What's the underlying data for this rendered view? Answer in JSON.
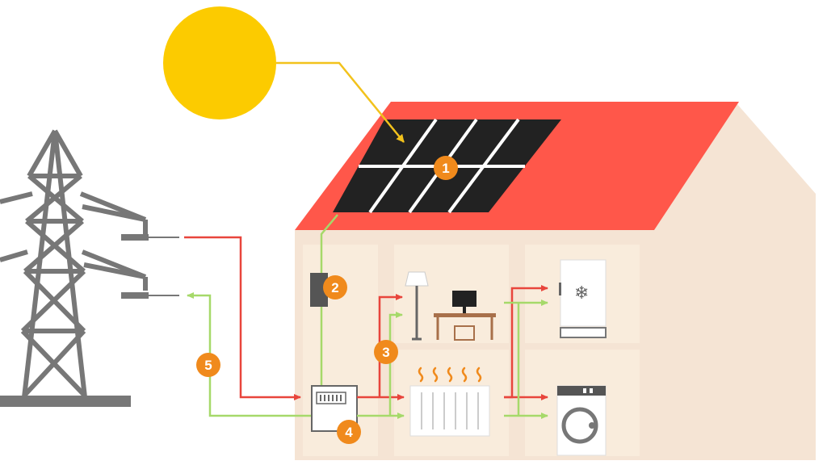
{
  "colors": {
    "sun": "#fccb00",
    "roof": "#ff574a",
    "wall": "#f5e4d4",
    "room": "#f9ecdc",
    "panel": "#222222",
    "grid_import": "#e8453c",
    "solar_export": "#a6d96a",
    "badge": "#f08a1c",
    "tower": "#777777",
    "sun_link": "#f2c21c"
  },
  "badges": [
    {
      "label": "1"
    },
    {
      "label": "2"
    },
    {
      "label": "3"
    },
    {
      "label": "4"
    },
    {
      "label": "5"
    }
  ],
  "icons": {
    "snowflake": "❄",
    "heat": "∫"
  }
}
